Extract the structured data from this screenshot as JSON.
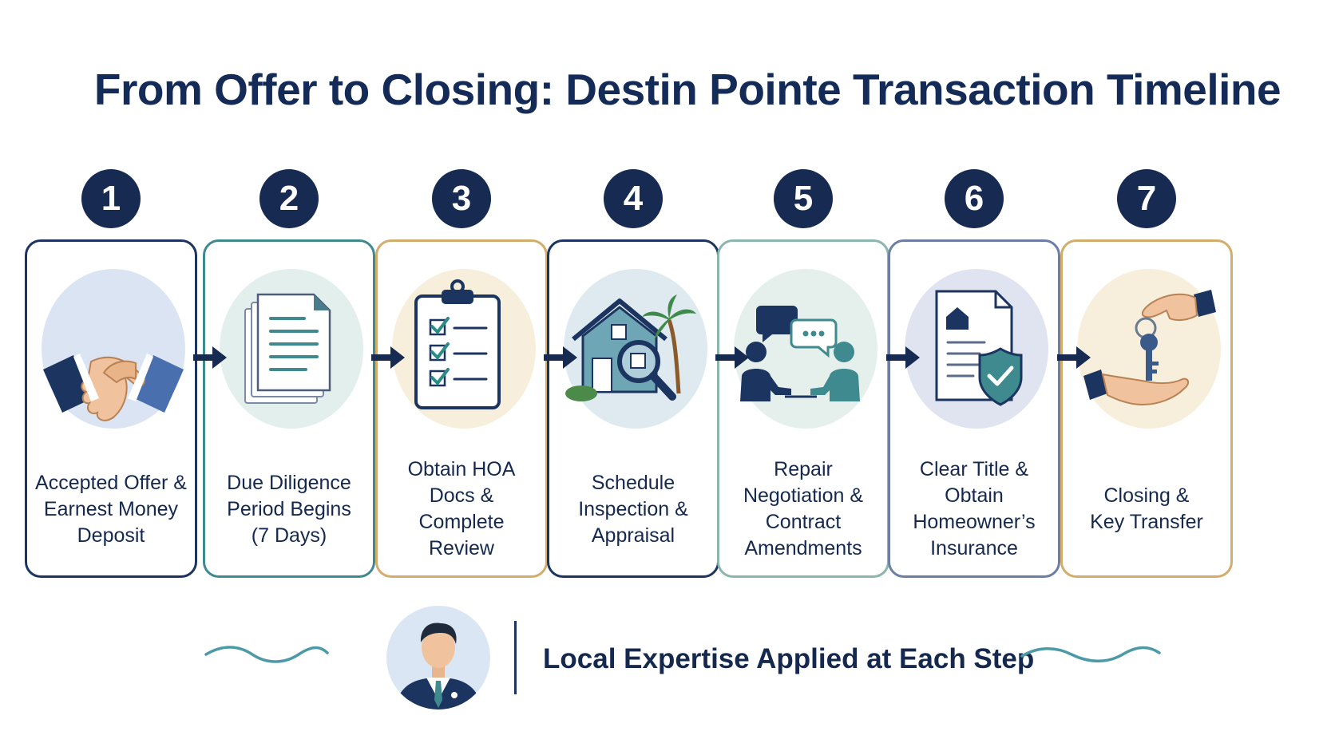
{
  "title": "From Offer to Closing: Destin Pointe Transaction Timeline",
  "steps": [
    {
      "number": "1",
      "lines": [
        "Accepted Offer &",
        "Earnest Money",
        "Deposit"
      ],
      "icon": "handshake-icon",
      "border": "#1b3560",
      "circle": "#dbe4f3"
    },
    {
      "number": "2",
      "lines": [
        "Due Diligence",
        "Period Begins",
        "(7 Days)"
      ],
      "icon": "document-icon",
      "border": "#3f8a8e",
      "circle": "#e3efec"
    },
    {
      "number": "3",
      "lines": [
        "Obtain HOA Docs &",
        "Complete Review"
      ],
      "icon": "clipboard-checklist-icon",
      "border": "#d3ad6c",
      "circle": "#f7efdc"
    },
    {
      "number": "4",
      "lines": [
        "Schedule",
        "Inspection &",
        "Appraisal"
      ],
      "icon": "house-inspection-icon",
      "border": "#1b3560",
      "circle": "#dfeaf0"
    },
    {
      "number": "5",
      "lines": [
        "Repair Negotiation &",
        "Contract",
        "Amendments"
      ],
      "icon": "negotiation-icon",
      "border": "#8ab6ae",
      "circle": "#e5f0ec"
    },
    {
      "number": "6",
      "lines": [
        "Clear Title &",
        "Obtain",
        "Homeowner’s",
        "Insurance"
      ],
      "icon": "title-insurance-icon",
      "border": "#6a7fa3",
      "circle": "#dfe4f0"
    },
    {
      "number": "7",
      "lines": [
        "Closing &",
        "Key Transfer"
      ],
      "icon": "key-transfer-icon",
      "border": "#d3ad6c",
      "circle": "#f7efdc"
    }
  ],
  "footer": {
    "text": "Local Expertise Applied at Each Step",
    "avatar_icon": "agent-avatar-icon"
  },
  "colors": {
    "navy": "#172b52",
    "teal": "#3f8a8e",
    "gold": "#d3ad6c",
    "wave": "#4c9aa7"
  }
}
